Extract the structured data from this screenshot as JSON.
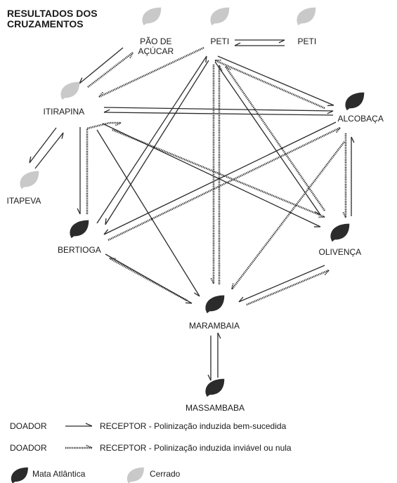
{
  "title": {
    "line1": "RESULTADOS DOS",
    "line2": "CRUZAMENTOS"
  },
  "colors": {
    "mata_atlantica": "#2b2b2b",
    "cerrado": "#c9c9c9",
    "line": "#2a2a2a"
  },
  "nodes": [
    {
      "id": "pao",
      "label_lines": [
        "PÃO DE",
        "AÇÚCAR"
      ],
      "biome": "cerrado"
    },
    {
      "id": "peti",
      "label_lines": [
        "PETI"
      ],
      "biome": "cerrado"
    },
    {
      "id": "peti2",
      "label_lines": [
        "PETI"
      ],
      "biome": "cerrado"
    },
    {
      "id": "itirapina",
      "label_lines": [
        "ITIRAPINA"
      ],
      "biome": "cerrado"
    },
    {
      "id": "alcobaca",
      "label_lines": [
        "ALCOBAÇA"
      ],
      "biome": "mata_atlantica"
    },
    {
      "id": "itapeva",
      "label_lines": [
        "ITAPEVA"
      ],
      "biome": "cerrado"
    },
    {
      "id": "bertioga",
      "label_lines": [
        "BERTIOGA"
      ],
      "biome": "mata_atlantica"
    },
    {
      "id": "olivenca",
      "label_lines": [
        "OLIVENÇA"
      ],
      "biome": "mata_atlantica"
    },
    {
      "id": "marambaia",
      "label_lines": [
        "MARAMBAIA"
      ],
      "biome": "mata_atlantica"
    },
    {
      "id": "massambaba",
      "label_lines": [
        "MASSAMBABA"
      ],
      "biome": "mata_atlantica"
    }
  ],
  "edges": [
    {
      "from": "peti",
      "to": "peti2",
      "type": "success"
    },
    {
      "from": "peti2",
      "to": "peti",
      "type": "success"
    },
    {
      "from": "pao",
      "to": "itirapina",
      "type": "success"
    },
    {
      "from": "itirapina",
      "to": "pao",
      "type": "failure"
    },
    {
      "from": "peti",
      "to": "itirapina",
      "type": "failure"
    },
    {
      "from": "peti",
      "to": "alcobaca",
      "type": "success"
    },
    {
      "from": "alcobaca",
      "to": "peti",
      "type": "failure"
    },
    {
      "from": "peti",
      "to": "bertioga",
      "type": "success"
    },
    {
      "from": "bertioga",
      "to": "peti",
      "type": "success"
    },
    {
      "from": "peti",
      "to": "marambaia",
      "type": "failure"
    },
    {
      "from": "marambaia",
      "to": "peti",
      "type": "failure"
    },
    {
      "from": "peti",
      "to": "olivenca",
      "type": "success"
    },
    {
      "from": "olivenca",
      "to": "peti",
      "type": "failure"
    },
    {
      "from": "itirapina",
      "to": "alcobaca",
      "type": "success"
    },
    {
      "from": "alcobaca",
      "to": "itirapina",
      "type": "success"
    },
    {
      "from": "itirapina",
      "to": "itapeva",
      "type": "success"
    },
    {
      "from": "itapeva",
      "to": "itirapina",
      "type": "success"
    },
    {
      "from": "itirapina",
      "to": "bertioga",
      "type": "success"
    },
    {
      "from": "bertioga",
      "to": "itirapina",
      "type": "failure"
    },
    {
      "from": "itirapina",
      "to": "marambaia",
      "type": "success"
    },
    {
      "from": "itirapina",
      "to": "olivenca",
      "type": "success"
    },
    {
      "from": "itirapina",
      "to": "olivenca",
      "type": "failure"
    },
    {
      "from": "alcobaca",
      "to": "bertioga",
      "type": "success"
    },
    {
      "from": "bertioga",
      "to": "alcobaca",
      "type": "failure"
    },
    {
      "from": "alcobaca",
      "to": "olivenca",
      "type": "failure"
    },
    {
      "from": "olivenca",
      "to": "alcobaca",
      "type": "success"
    },
    {
      "from": "alcobaca",
      "to": "marambaia",
      "type": "failure"
    },
    {
      "from": "bertioga",
      "to": "marambaia",
      "type": "success"
    },
    {
      "from": "marambaia",
      "to": "bertioga",
      "type": "failure"
    },
    {
      "from": "olivenca",
      "to": "marambaia",
      "type": "success"
    },
    {
      "from": "marambaia",
      "to": "olivenca",
      "type": "failure"
    },
    {
      "from": "marambaia",
      "to": "massambaba",
      "type": "success"
    },
    {
      "from": "massambaba",
      "to": "marambaia",
      "type": "success"
    }
  ],
  "legend": {
    "rows": [
      {
        "donor": "DOADOR",
        "receptor": "RECEPTOR",
        "desc": " - Polinização induzida bem-sucedida",
        "type": "success"
      },
      {
        "donor": "DOADOR",
        "receptor": "RECEPTOR",
        "desc": " - Polinização induzida inviável ou nula",
        "type": "failure"
      }
    ],
    "biomes": [
      {
        "label": "Mata Atlântica",
        "biome": "mata_atlantica"
      },
      {
        "label": "Cerrado",
        "biome": "cerrado"
      }
    ]
  }
}
